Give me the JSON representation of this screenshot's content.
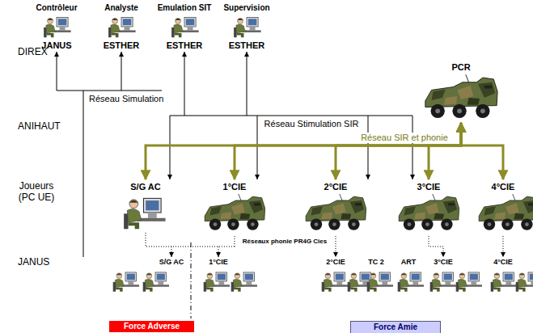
{
  "diagram": {
    "nodes": [
      {
        "text": [
          "PCR"
        ]
      },
      {
        "text": [
          "S/G AC"
        ]
      },
      {
        "text": [
          "1°CIE"
        ]
      },
      {
        "text": [
          "2°CIE"
        ]
      },
      {
        "text": [
          "3°CIE"
        ]
      },
      {
        "text": [
          "4°CIE"
        ]
      },
      {
        "text": [
          "Force Adverse"
        ]
      },
      {
        "text": [
          "Force Amie"
        ]
      }
    ],
    "edges": [
      {
        "from": 0,
        "to": 1,
        "arrow": "both"
      },
      {
        "from": 0,
        "to": 2,
        "arrow": "both"
      },
      {
        "from": 0,
        "to": 3,
        "arrow": "both"
      },
      {
        "from": 0,
        "to": 4,
        "arrow": "both"
      },
      {
        "from": 0,
        "to": 5,
        "arrow": "both"
      }
    ],
    "labels": [
      "DIREX",
      "Contrôleur",
      "Analyste",
      "Emulation SIT",
      "Supervision",
      "JANUS",
      "ESTHER",
      "ESTHER",
      "ESTHER",
      "ANIHAUT",
      "Réseau Simulation",
      "Réseau Stimulation SIR",
      "Réseau SIR et phonie",
      "Joueurs (PC UE)",
      "Réseaux phonie PR4G Cies",
      "JANUS",
      "S/G AC",
      "1°CIE",
      "2°CIE",
      "TC 2",
      "ART",
      "3°CIE",
      "4°CIE"
    ]
  }
}
